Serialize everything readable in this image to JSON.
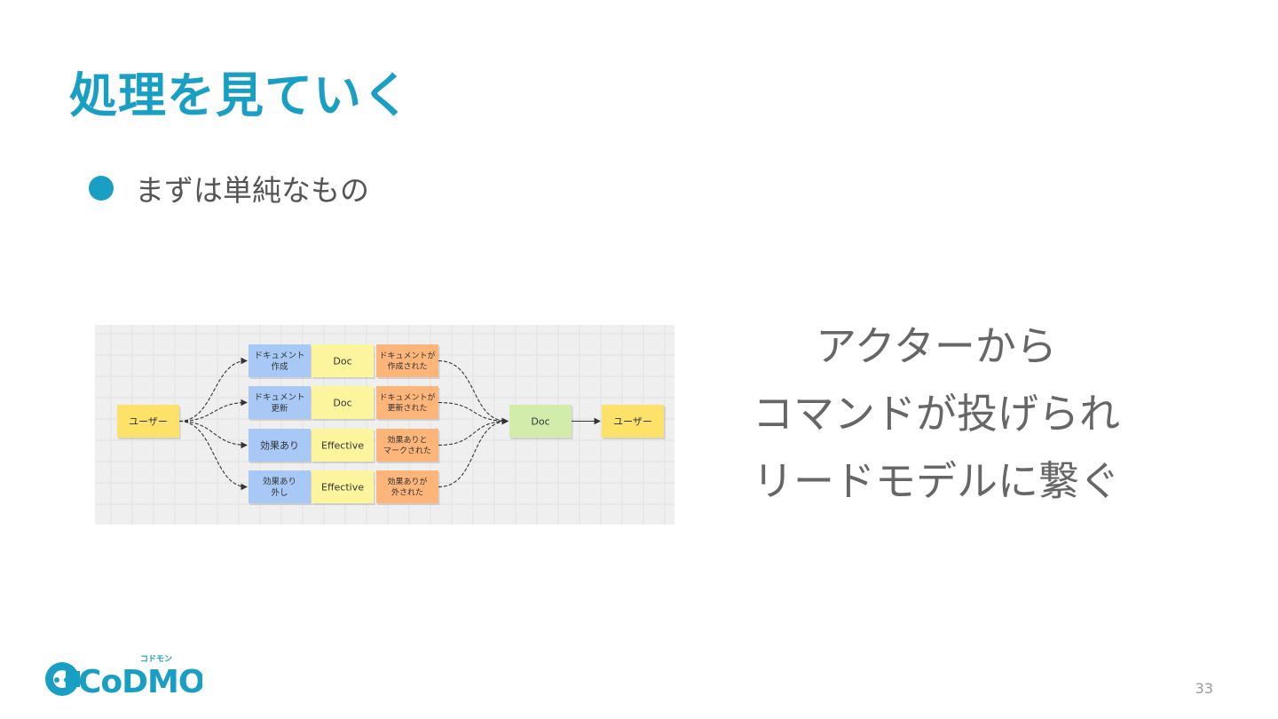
{
  "slide": {
    "title": "処理を見ていく",
    "bullet": "まずは単純なもの",
    "explanation": [
      "アクターから",
      "コマンドが投げられ",
      "リードモデルに繋ぐ"
    ],
    "page_number": "33"
  },
  "diagram": {
    "colors": {
      "grid_bg": "#efefef",
      "grid_line": "#e2e2e2",
      "actor": "#fde26a",
      "command": "#a8c8f5",
      "aggregate": "#fdf59d",
      "event": "#fdb57a",
      "read_model": "#d1ecab",
      "arrow": "#333333"
    },
    "actor_left": "ユーザー",
    "actor_right": "ユーザー",
    "read_model": "Doc",
    "rows": [
      {
        "command": "ドキュメント\n作成",
        "aggregate": "Doc",
        "event": "ドキュメントが\n作成された"
      },
      {
        "command": "ドキュメント\n更新",
        "aggregate": "Doc",
        "event": "ドキュメントが\n更新された"
      },
      {
        "command": "効果あり",
        "aggregate": "Effective",
        "event": "効果ありと\nマークされた"
      },
      {
        "command": "効果あり\n外し",
        "aggregate": "Effective",
        "event": "効果ありが\n外された"
      }
    ]
  },
  "logo": {
    "text": "CoDMON",
    "ruby": "コドモン",
    "color": "#1a9fc4"
  }
}
